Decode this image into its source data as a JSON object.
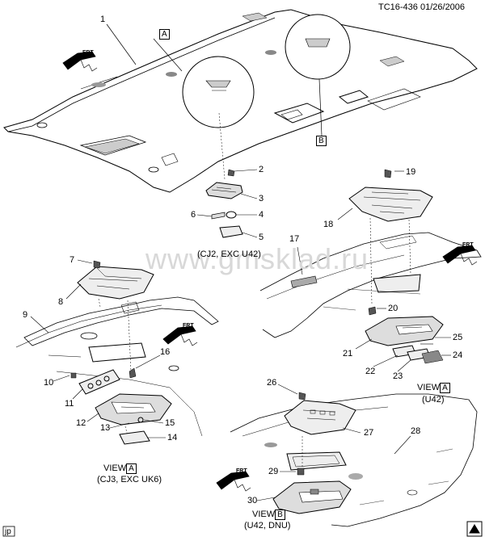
{
  "header": {
    "code": "TC16-436",
    "date": "01/26/2006"
  },
  "watermark": "www.gmsklad.ru",
  "callouts": [
    "1",
    "2",
    "3",
    "4",
    "5",
    "6",
    "7",
    "8",
    "9",
    "10",
    "11",
    "12",
    "13",
    "14",
    "15",
    "16",
    "17",
    "18",
    "19",
    "20",
    "21",
    "22",
    "23",
    "24",
    "25",
    "26",
    "27",
    "28",
    "29",
    "30"
  ],
  "view_markers": {
    "a": "A",
    "b": "B"
  },
  "notes": {
    "cj2": "(CJ2, EXC U42)"
  },
  "views": [
    {
      "word": "VIEW",
      "letter": "A",
      "note": "(CJ3, EXC UK6)"
    },
    {
      "word": "VIEW",
      "letter": "A",
      "note": "(U42)"
    },
    {
      "word": "VIEW",
      "letter": "B",
      "note": "(U42, DNU)"
    }
  ],
  "fwd": "FRT",
  "footer": {
    "left": "jp"
  }
}
